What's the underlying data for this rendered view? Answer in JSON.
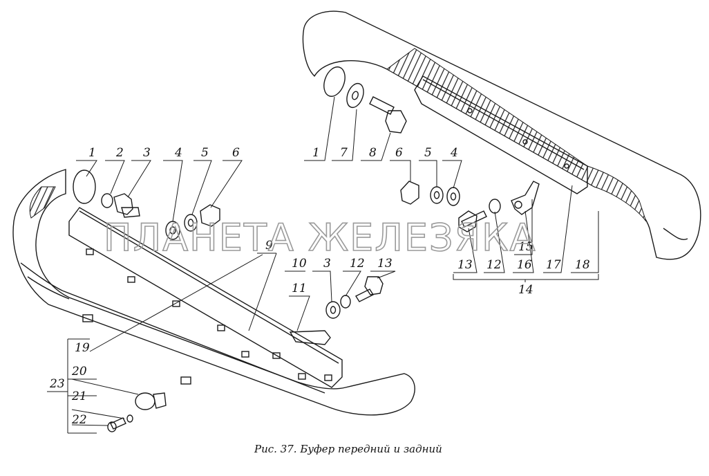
{
  "caption": "Рис. 37. Буфер передний и задний",
  "watermark": "ПЛАНЕТА ЖЕЛЕЗЯКА",
  "callouts": {
    "front": [
      "1",
      "2",
      "3",
      "4",
      "5",
      "6",
      "9",
      "10",
      "3",
      "12",
      "13",
      "11",
      "19",
      "20",
      "21",
      "22",
      "23"
    ],
    "rear": [
      "1",
      "7",
      "8",
      "6",
      "5",
      "4",
      "13",
      "12",
      "16",
      "15",
      "17",
      "18",
      "14"
    ]
  }
}
